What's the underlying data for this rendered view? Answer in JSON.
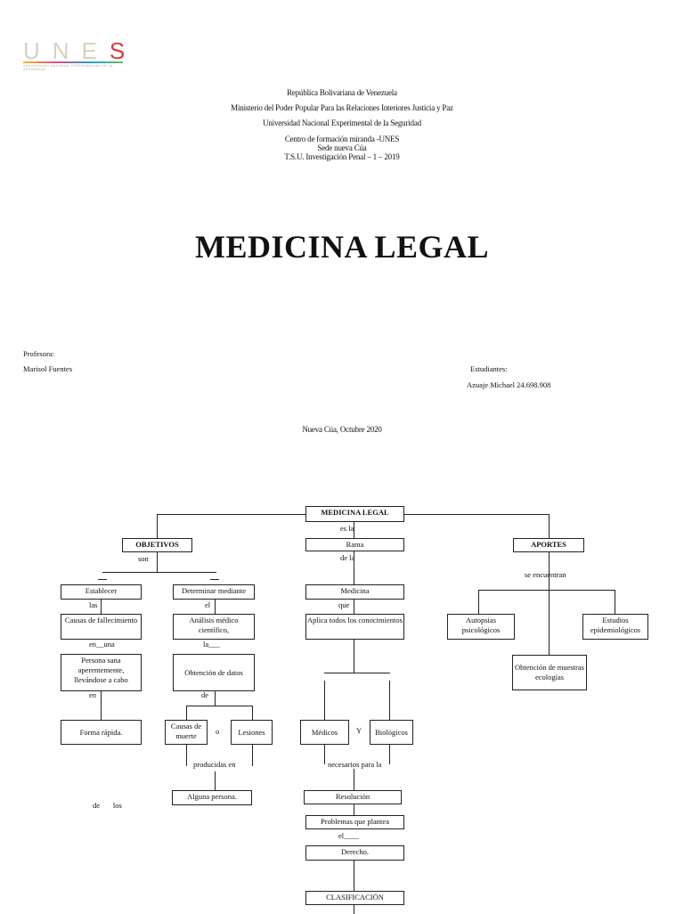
{
  "logo": {
    "text": "UNES",
    "tagline": "UNIVERSIDAD NACIONAL EXPERIMENTAL DE LA SEGURIDAD"
  },
  "header": {
    "line1": "República Bolivariana de Venezuela",
    "line2": "Ministerio del Poder Popular Para las Relaciones Interiores Justicia y Paz",
    "line3": "Universidad Nacional Experimental de la Seguridad",
    "line4": "Centro de formación miranda -UNES",
    "line5": "Sede nueva Cúa",
    "line6": "T.S.U. Investigación Penal – 1 – 2019"
  },
  "title": "MEDICINA LEGAL",
  "professor": {
    "label": "Profesora:",
    "name": "Marisol Fuentes"
  },
  "students": {
    "label": "Estudiantes:",
    "name": "Azuaje Michael 24.698.908"
  },
  "place_date": "Nueva Cúa, Octubre 2020",
  "diagram": {
    "root": "MEDICINA LEGAL",
    "objetivos": "OBJETIVOS",
    "aportes": "APORTES",
    "rama": "Rama",
    "medicina": "Medicina",
    "aplica": "Aplica todos los conocimientos",
    "establecer": "Establecer",
    "causas_fallecimiento": "Causas de fallecimiento",
    "persona_sana": "Persona sana aperentemente, llevándose a cabo",
    "forma_rapida": "Forma rápida.",
    "determinar": "Determinar mediante",
    "analisis": "Análisis médico científico,",
    "obtencion_datos": "Obtención de datos",
    "causas_muerte": "Causas de muerte",
    "lesiones": "Lesiones",
    "alguna_persona": "Alguna persona.",
    "medicos": "Médicos",
    "biologicos": "Biológicos",
    "resolucion": "Resolución",
    "problemas": "Problemas que plantea",
    "derecho": "Derecho.",
    "clasificacion": "CLASIFICACIÓN",
    "autopsias": "Autopsias psicológicos",
    "estudios": "Estudios epidemiológicos",
    "obtencion_muestras": "Obtención de muestras ecologías",
    "connectors": {
      "es_la": "es  la",
      "de_la": "de  la",
      "son": "son",
      "que": "que",
      "se_encuentran": "se encuentran",
      "las": "las",
      "en_una": "en__una",
      "en": "en",
      "el": "el",
      "la": "la___",
      "de": "de",
      "o": "o",
      "y": "Y",
      "producidas_en": "producidas en",
      "necesarios_para_la": "necesarios para la",
      "el2": "el____",
      "de_los": "de       los"
    }
  }
}
